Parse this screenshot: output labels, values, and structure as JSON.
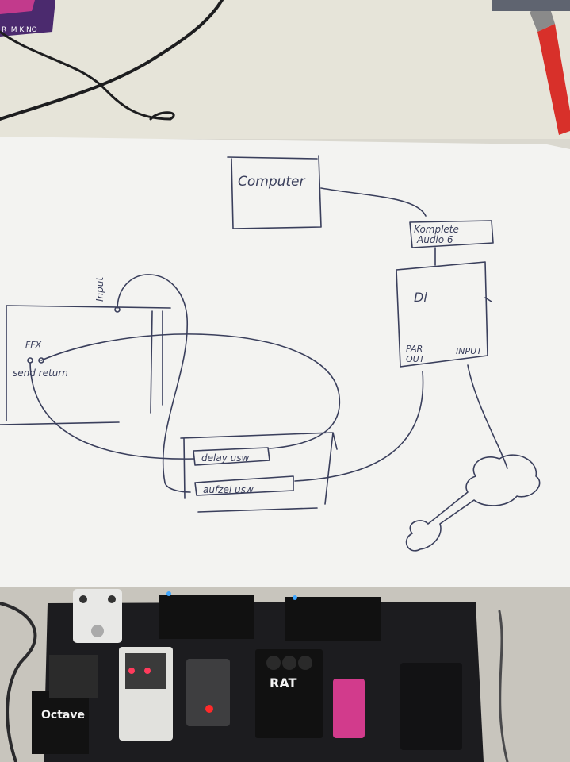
{
  "sticker": {
    "text": "R IM KINO"
  },
  "diagram": {
    "nodes": {
      "computer": {
        "label": "Computer"
      },
      "audio_interface": {
        "line1": "Komplete",
        "line2": "Audio 6"
      },
      "di": {
        "label": "Di",
        "port_out_line1": "PAR",
        "port_out_line2": "OUT",
        "port_in": "INPUT"
      },
      "amp": {
        "input_label": "Input",
        "effects_label": "FFX",
        "send_return_label": "send return"
      },
      "switch_box": {
        "slot1": "delay usw",
        "slot2": "aufzel usw"
      }
    }
  },
  "pedalboard": {
    "pedals": {
      "octave": {
        "label": "Octave"
      },
      "rat": {
        "label": "RAT"
      }
    }
  },
  "colors": {
    "paper": "#f3f3f1",
    "ink": "#3a3f5c",
    "table": "#dad8cf",
    "pen": "#d8302a",
    "pedalboard": "#1c1c1f"
  }
}
